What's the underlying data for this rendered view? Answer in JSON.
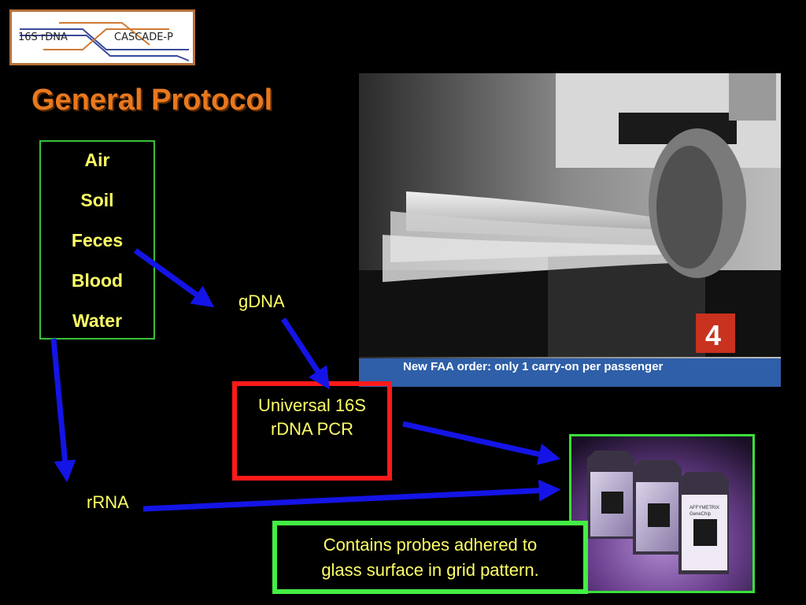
{
  "logo": {
    "left_text": "16S rDNA",
    "right_text": "CASCADE-P"
  },
  "title": "General Protocol",
  "sources": [
    "Air",
    "Soil",
    "Feces",
    "Blood",
    "Water"
  ],
  "labels": {
    "gdna": "gDNA",
    "rrna": "rRNA"
  },
  "pcr_box": {
    "line1": "Universal 16S",
    "line2": "rDNA PCR"
  },
  "photo": {
    "ticker": "New FAA order: only 1 carry-on per passenger",
    "channel": "4"
  },
  "chip": {
    "brand": "AFFYMETRIX",
    "sub": "GeneChip"
  },
  "probe_box": {
    "line1": "Contains probes adhered to",
    "line2": "glass surface in grid pattern."
  },
  "colors": {
    "title": "#e8781e",
    "text": "#ffff66",
    "arrow": "#1414e6",
    "source_border": "#38c238",
    "pcr_border": "#ff1a1a",
    "chip_border": "#38e038"
  }
}
